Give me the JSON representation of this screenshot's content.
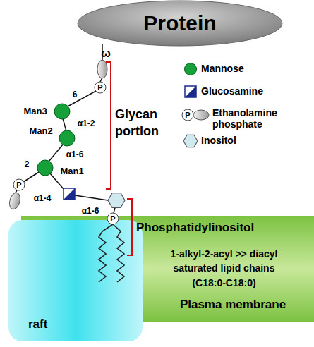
{
  "diagram": {
    "nodes": [
      {
        "text": [
          "Protein"
        ]
      },
      {
        "text": [
          "raft"
        ]
      },
      {
        "text": [
          "1-alkyl-2-acyl >> diacyl saturated lipid chains (C18:0-C18:0)",
          "Plasma membrane"
        ]
      }
    ],
    "labels": [
      "ω",
      "P",
      "6",
      "Man3",
      "Man2",
      "α1-2",
      "α1-6",
      "Man1",
      "2",
      "α1-4",
      "P",
      "α1-6",
      "P",
      "Glycan portion",
      "Phosphatidylinositol",
      "P"
    ],
    "legend": [
      {
        "text": "Mannose",
        "color": "#16a03a"
      },
      {
        "text": "Glucosamine"
      },
      {
        "text": "Ethanolamine phosphate"
      },
      {
        "text": "Inositol"
      }
    ]
  }
}
